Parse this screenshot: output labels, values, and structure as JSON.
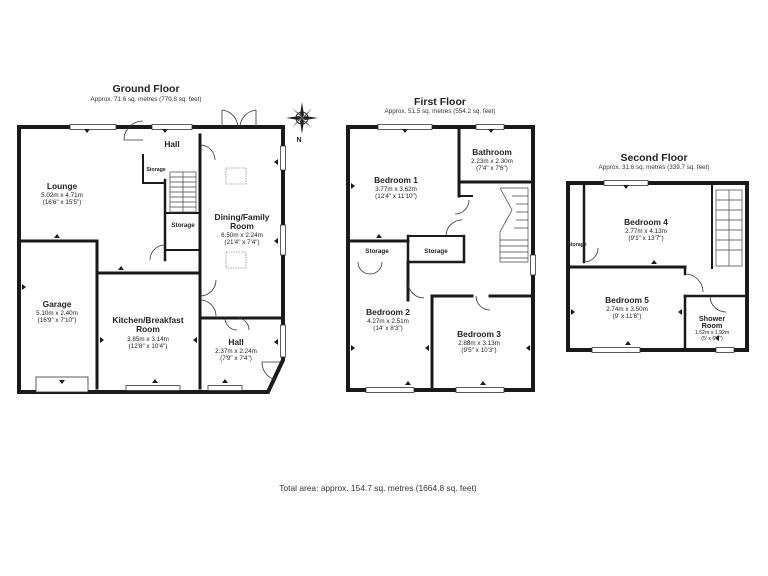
{
  "floors": {
    "ground": {
      "title": "Ground Floor",
      "area": "Approx. 71.6 sq. metres (770.8 sq. feet)"
    },
    "first": {
      "title": "First Floor",
      "area": "Approx. 51.5 sq. metres (554.2 sq. feet)"
    },
    "second": {
      "title": "Second Floor",
      "area": "Approx. 31.6 sq. metres (339.7 sq. feet)"
    }
  },
  "rooms": {
    "hall_top": {
      "name": "Hall"
    },
    "lounge": {
      "name": "Lounge",
      "metric": "5.02m x 4.71m",
      "imperial": "(16'6\" x 15'5\")"
    },
    "storage_small": {
      "name": "Storage"
    },
    "storage_gf": {
      "name": "Storage"
    },
    "dining": {
      "name": "Dining/Family",
      "name2": "Room",
      "metric": "6.50m x 2.24m",
      "imperial": "(21'4\" x 7'4\")"
    },
    "garage": {
      "name": "Garage",
      "metric": "5.10m x 2.40m",
      "imperial": "(16'9\" x 7'10\")"
    },
    "kitchen": {
      "name": "Kitchen/Breakfast",
      "name2": "Room",
      "metric": "3.85m x 3.14m",
      "imperial": "(12'8\" x 10'4\")"
    },
    "hall_bottom": {
      "name": "Hall",
      "metric": "2.37m x 2.24m",
      "imperial": "(7'9\" x 7'4\")"
    },
    "bedroom1": {
      "name": "Bedroom 1",
      "metric": "3.77m x 3.62m",
      "imperial": "(12'4\" x 11'10\")"
    },
    "bathroom": {
      "name": "Bathroom",
      "metric": "2.23m x 2.30m",
      "imperial": "(7'4\" x 7'6\")"
    },
    "storage_ff1": {
      "name": "Storage"
    },
    "storage_ff2": {
      "name": "Storage"
    },
    "bedroom2": {
      "name": "Bedroom 2",
      "metric": "4.27m x 2.51m",
      "imperial": "(14' x 8'3\")"
    },
    "bedroom3": {
      "name": "Bedroom 3",
      "metric": "2.88m x 3.13m",
      "imperial": "(9'5\" x 10'3\")"
    },
    "bedroom4": {
      "name": "Bedroom 4",
      "metric": "2.77m x 4.13m",
      "imperial": "(9'1\" x 13'7\")"
    },
    "storage_sf": {
      "name": "Storage"
    },
    "bedroom5": {
      "name": "Bedroom 5",
      "metric": "2.74m x 3.50m",
      "imperial": "(9' x 11'6\")"
    },
    "shower": {
      "name": "Shower",
      "name2": "Room",
      "metric": "1.52m x 1.92m",
      "imperial": "(5' x 6'3\")"
    }
  },
  "total_area": "Total area: approx. 154.7 sq. metres (1664.8 sq. feet)",
  "compass": {
    "label": "N",
    "icon": "compass-icon"
  },
  "colors": {
    "wall": "#1a1a1a",
    "window": "#ffffff",
    "line": "#333333",
    "background": "#ffffff"
  }
}
